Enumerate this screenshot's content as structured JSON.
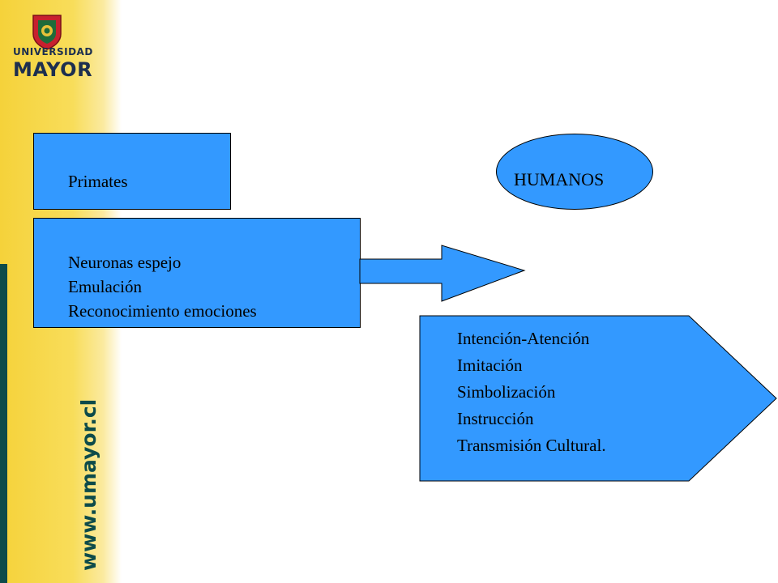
{
  "branding": {
    "logo_line1": "UNIVERSIDAD",
    "logo_line2": "MAYOR",
    "website": "www.umayor.cl",
    "logo_icon": "university-shield-icon"
  },
  "colors": {
    "box_fill": "#3399ff",
    "sidebar_yellow": "#f5d23a",
    "sidebar_bar": "#0d4b4a",
    "logo_text": "#1d2f4f"
  },
  "diagram": {
    "primates_label": "Primates",
    "primates_capabilities": [
      "Neuronas espejo",
      "Emulación",
      "Reconocimiento emociones"
    ],
    "humanos_label": "HUMANOS",
    "humanos_capabilities": [
      "Intención-Atención",
      "Imitación",
      "Simbolización",
      "Instrucción",
      "Transmisión Cultural."
    ]
  }
}
